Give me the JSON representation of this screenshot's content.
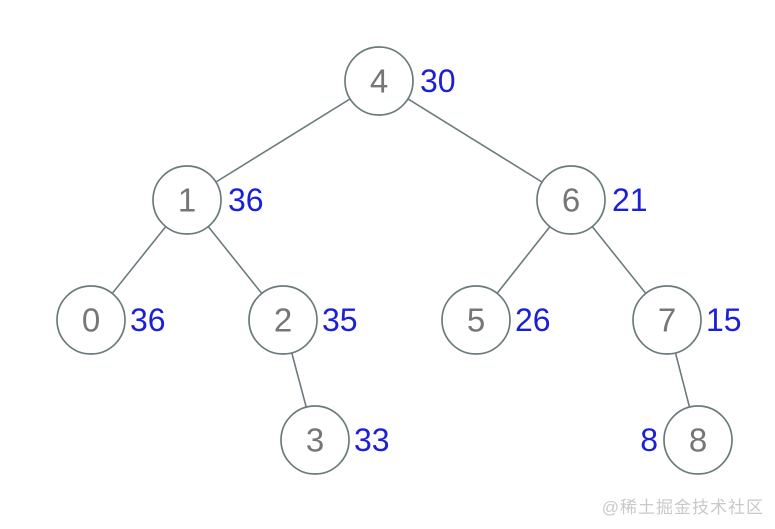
{
  "diagram": {
    "type": "binary-tree",
    "nodes": {
      "n4": {
        "label": "4",
        "value": "30",
        "value_side": "right"
      },
      "n1": {
        "label": "1",
        "value": "36",
        "value_side": "right"
      },
      "n6": {
        "label": "6",
        "value": "21",
        "value_side": "right"
      },
      "n0": {
        "label": "0",
        "value": "36",
        "value_side": "right"
      },
      "n2": {
        "label": "2",
        "value": "35",
        "value_side": "right"
      },
      "n5": {
        "label": "5",
        "value": "26",
        "value_side": "right"
      },
      "n7": {
        "label": "7",
        "value": "15",
        "value_side": "right"
      },
      "n3": {
        "label": "3",
        "value": "33",
        "value_side": "right"
      },
      "n8": {
        "label": "8",
        "value": "8",
        "value_side": "left"
      }
    },
    "edges": [
      {
        "from": "4",
        "to": "1"
      },
      {
        "from": "4",
        "to": "6"
      },
      {
        "from": "1",
        "to": "0"
      },
      {
        "from": "1",
        "to": "2"
      },
      {
        "from": "2",
        "to": "3"
      },
      {
        "from": "6",
        "to": "5"
      },
      {
        "from": "6",
        "to": "7"
      },
      {
        "from": "7",
        "to": "8"
      }
    ]
  },
  "watermark": "@稀土掘金技术社区",
  "colors": {
    "background": "#ffffff",
    "node_stroke": "#6b7b7d",
    "node_text": "#767676",
    "value_text": "#1b1fd6",
    "watermark_text": "#c9c9c9"
  }
}
